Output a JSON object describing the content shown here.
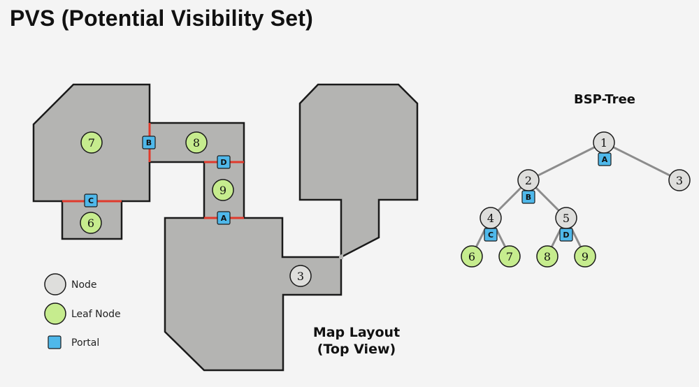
{
  "title": "PVS (Potential Visibility Set)",
  "map_caption_line1": "Map Layout",
  "map_caption_line2": "(Top View)",
  "bsp_title": "BSP-Tree",
  "legend": {
    "node": "Node",
    "leaf": "Leaf Node",
    "portal": "Portal"
  },
  "colors": {
    "room_fill": "#b4b4b2",
    "room_stroke": "#1a1a1a",
    "portal_line": "#e03a2c",
    "node_fill": "#dededc",
    "leaf_fill": "#c6ec8e",
    "portal_fill": "#4fb8ea",
    "edge": "#8c8c8c"
  },
  "map": {
    "rooms": {
      "r7": "7",
      "r8": "8",
      "r9": "9",
      "r6": "6",
      "r3": "3"
    },
    "portals": {
      "a": "A",
      "b": "B",
      "c": "C",
      "d": "D"
    }
  },
  "tree": {
    "nodes": {
      "n1": "1",
      "n2": "2",
      "n3": "3",
      "n4": "4",
      "n5": "5"
    },
    "leaves": {
      "l6": "6",
      "l7": "7",
      "l8": "8",
      "l9": "9"
    },
    "portals": {
      "a": "A",
      "b": "B",
      "c": "C",
      "d": "D"
    }
  }
}
